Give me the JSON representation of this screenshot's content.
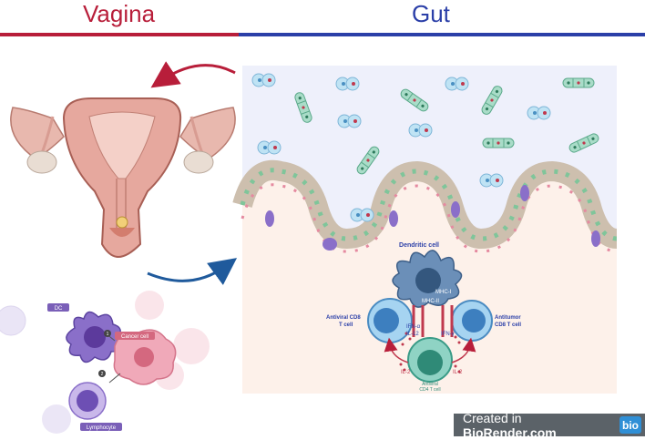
{
  "headers": {
    "left": "Vagina",
    "right": "Gut"
  },
  "gut_labels": {
    "dendritic": "Dendritic cell",
    "mhc_i": "MHC-I",
    "mhc_ii": "MHC-II",
    "antiviral_cd8_l1": "Antiviral CD8",
    "antiviral_cd8_l2": "T cell",
    "antitumor_l1": "Antitumor",
    "antitumor_l2": "CD8 T cell",
    "ifn_alpha": "IFN-α",
    "il12": "IL-12",
    "ifn_gamma": "IFN-γ",
    "il2_left": "IL-2",
    "il2_right": "IL-2",
    "cd4_l1": "Antiviral",
    "cd4_l2": "CD4 T cell"
  },
  "tumor_labels": {
    "dc": "DC",
    "cancer_cell": "Cancer cell",
    "lymphocyte": "Lymphocyte",
    "step1": "1",
    "step2": "2"
  },
  "badge": {
    "prefix": "Created in ",
    "brand": "BioRender.com",
    "logo": "bio"
  },
  "colors": {
    "vagina_red": "#b81e3a",
    "gut_blue": "#2b3fa8",
    "panel_bg": "#eef0fb",
    "tissue": "#fdf1ea"
  }
}
